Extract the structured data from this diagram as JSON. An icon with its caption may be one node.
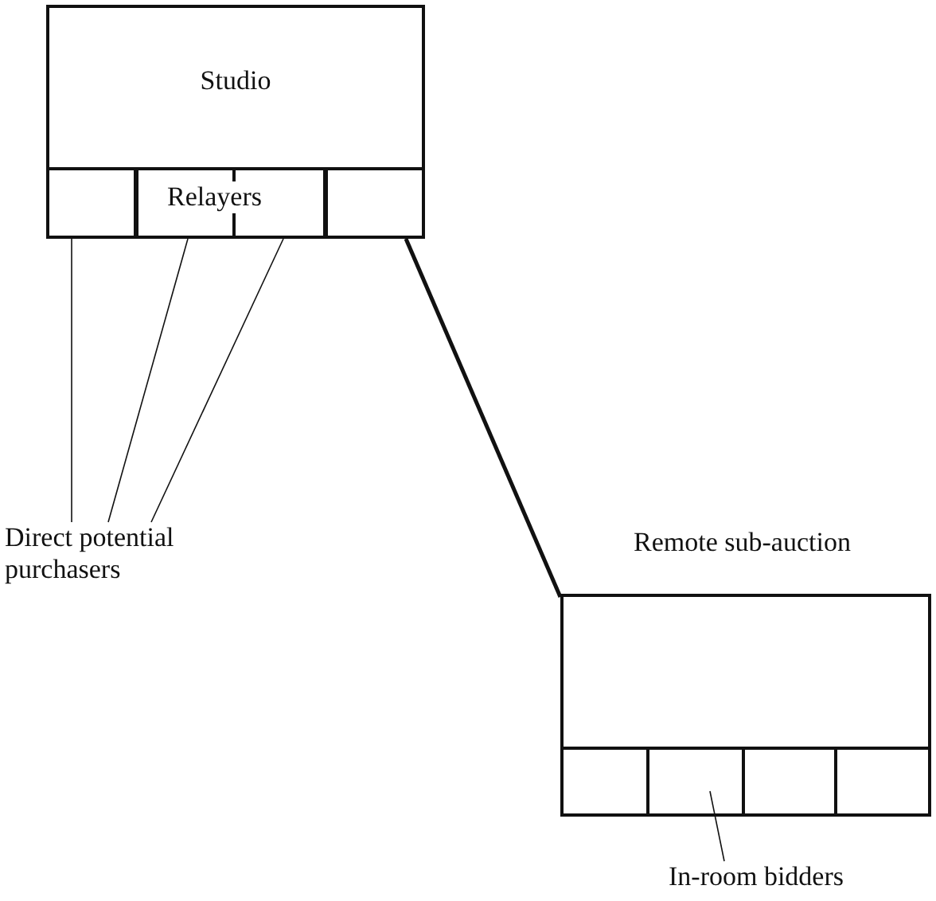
{
  "diagram": {
    "nodes": [
      {
        "text": [
          "Studio"
        ]
      },
      {
        "text": [],
        "shape": "box",
        "in": 0
      },
      {
        "text": [],
        "shape": "box",
        "in": 0
      },
      {
        "text": [],
        "shape": "box",
        "in": 0
      },
      {
        "text": [],
        "shape": "box",
        "in": 0
      },
      {
        "text": [
          "Direct potential purchasers"
        ]
      },
      {
        "text": [
          "Remote sub-auction"
        ]
      },
      {
        "text": [],
        "shape": "box",
        "in": 6
      },
      {
        "text": [],
        "shape": "box",
        "in": 6
      },
      {
        "text": [],
        "shape": "box",
        "in": 6
      },
      {
        "text": [],
        "shape": "box",
        "in": 6
      },
      {
        "text": [
          "In-room bidders"
        ]
      }
    ],
    "edges": [
      {
        "from": 1,
        "to": 5,
        "arrow": "none"
      },
      {
        "from": 2,
        "to": 5,
        "arrow": "none"
      },
      {
        "from": 3,
        "to": 5,
        "arrow": "none"
      },
      {
        "from": 4,
        "to": 6,
        "arrow": "none",
        "style": "thick"
      },
      {
        "from": 8,
        "to": 11,
        "arrow": "none"
      }
    ],
    "labels": [
      "Relayers"
    ]
  }
}
